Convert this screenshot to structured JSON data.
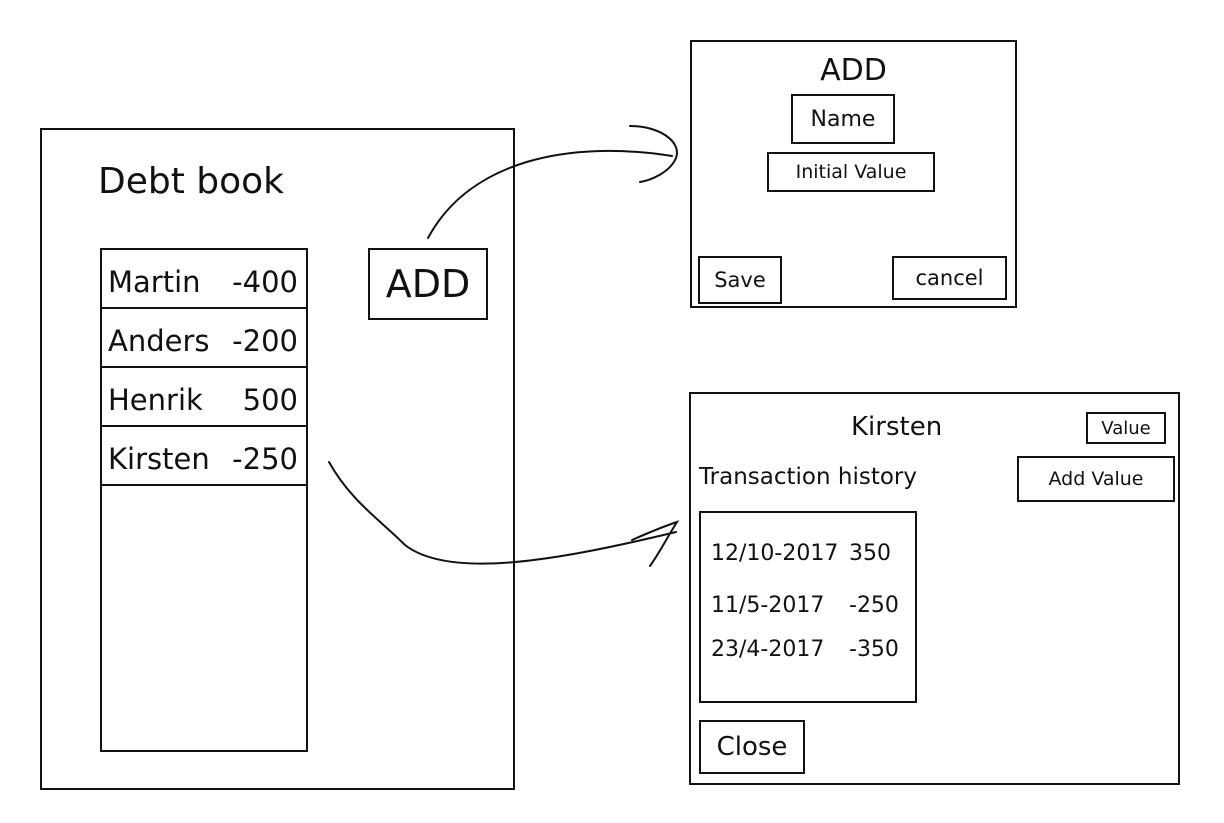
{
  "main": {
    "title": "Debt book",
    "add_button": "ADD",
    "debtors": [
      {
        "name": "Martin",
        "amount": "-400"
      },
      {
        "name": "Anders",
        "amount": "-200"
      },
      {
        "name": "Henrik",
        "amount": "500"
      },
      {
        "name": "Kirsten",
        "amount": "-250"
      }
    ]
  },
  "add_dialog": {
    "title": "ADD",
    "name_field": "Name",
    "initial_value_field": "Initial Value",
    "save_button": "Save",
    "cancel_button": "cancel"
  },
  "detail_dialog": {
    "title": "Kirsten",
    "value_box": "Value",
    "history_heading": "Transaction history",
    "add_value_button": "Add Value",
    "transactions": [
      {
        "date": "12/10-2017",
        "value": "350"
      },
      {
        "date": "11/5-2017",
        "value": "-250"
      },
      {
        "date": "23/4-2017",
        "value": "-350"
      }
    ],
    "close_button": "Close"
  }
}
